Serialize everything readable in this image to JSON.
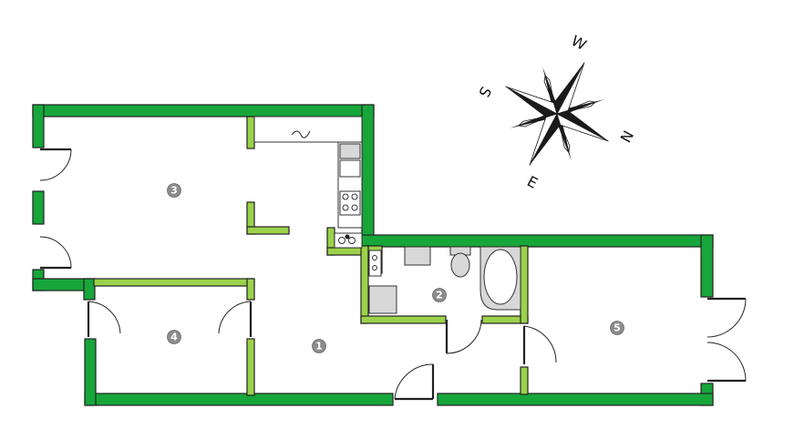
{
  "rooms": [
    {
      "id": "room-1",
      "label": "1"
    },
    {
      "id": "room-2",
      "label": "2"
    },
    {
      "id": "room-3",
      "label": "3"
    },
    {
      "id": "room-4",
      "label": "4"
    },
    {
      "id": "room-5",
      "label": "5"
    }
  ],
  "compass": {
    "north": "N",
    "south": "S",
    "east": "E",
    "west": "W"
  },
  "colors": {
    "exterior_wall": "#17a63a",
    "interior_wall": "#9bd24a",
    "room_badge": "#8c8c8c"
  }
}
